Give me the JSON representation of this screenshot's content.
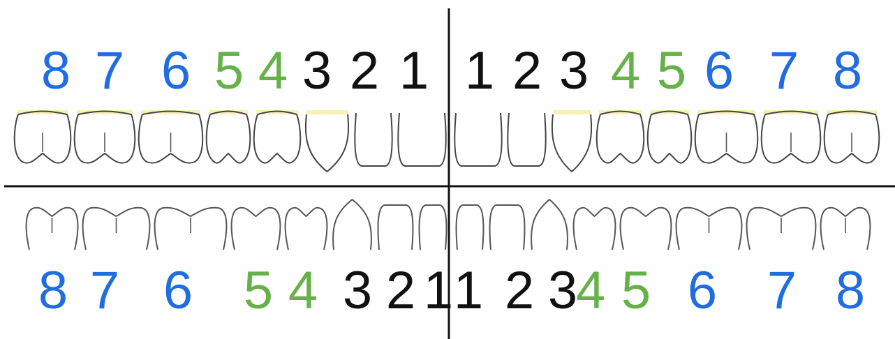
{
  "colors": {
    "molar": "#1f6de0",
    "premolar": "#66b24a",
    "anterior": "#111111",
    "divider": "#111111"
  },
  "upper_numbers": [
    {
      "label": "8",
      "group": "molar"
    },
    {
      "label": "7",
      "group": "molar"
    },
    {
      "label": "6",
      "group": "molar"
    },
    {
      "label": "5",
      "group": "premolar"
    },
    {
      "label": "4",
      "group": "premolar"
    },
    {
      "label": "3",
      "group": "anterior"
    },
    {
      "label": "2",
      "group": "anterior"
    },
    {
      "label": "1",
      "group": "anterior"
    },
    {
      "label": "1",
      "group": "anterior"
    },
    {
      "label": "2",
      "group": "anterior"
    },
    {
      "label": "3",
      "group": "anterior"
    },
    {
      "label": "4",
      "group": "premolar"
    },
    {
      "label": "5",
      "group": "premolar"
    },
    {
      "label": "6",
      "group": "molar"
    },
    {
      "label": "7",
      "group": "molar"
    },
    {
      "label": "8",
      "group": "molar"
    }
  ],
  "lower_numbers": [
    {
      "label": "8",
      "group": "molar"
    },
    {
      "label": "7",
      "group": "molar"
    },
    {
      "label": "6",
      "group": "molar"
    },
    {
      "label": "5",
      "group": "premolar"
    },
    {
      "label": "4",
      "group": "premolar"
    },
    {
      "label": "3",
      "group": "anterior"
    },
    {
      "label": "2",
      "group": "anterior"
    },
    {
      "label": "1",
      "group": "anterior"
    },
    {
      "label": "1",
      "group": "anterior"
    },
    {
      "label": "2",
      "group": "anterior"
    },
    {
      "label": "3",
      "group": "anterior"
    },
    {
      "label": "4",
      "group": "premolar"
    },
    {
      "label": "5",
      "group": "premolar"
    },
    {
      "label": "6",
      "group": "molar"
    },
    {
      "label": "7",
      "group": "molar"
    },
    {
      "label": "8",
      "group": "molar"
    }
  ],
  "upper_teeth": [
    {
      "shape": "molar",
      "side": "right"
    },
    {
      "shape": "molar",
      "side": "right"
    },
    {
      "shape": "molar",
      "side": "right"
    },
    {
      "shape": "premolar",
      "side": "right"
    },
    {
      "shape": "premolar",
      "side": "right"
    },
    {
      "shape": "canine",
      "side": "right"
    },
    {
      "shape": "incisor",
      "side": "right"
    },
    {
      "shape": "incisor",
      "side": "right"
    },
    {
      "shape": "incisor",
      "side": "left"
    },
    {
      "shape": "incisor",
      "side": "left"
    },
    {
      "shape": "canine",
      "side": "left"
    },
    {
      "shape": "premolar",
      "side": "left"
    },
    {
      "shape": "premolar",
      "side": "left"
    },
    {
      "shape": "molar",
      "side": "left"
    },
    {
      "shape": "molar",
      "side": "left"
    },
    {
      "shape": "molar",
      "side": "left"
    }
  ],
  "lower_teeth": [
    {
      "shape": "molar",
      "side": "right"
    },
    {
      "shape": "molar",
      "side": "right"
    },
    {
      "shape": "molar",
      "side": "right"
    },
    {
      "shape": "premolar",
      "side": "right"
    },
    {
      "shape": "premolar",
      "side": "right"
    },
    {
      "shape": "canine",
      "side": "right"
    },
    {
      "shape": "incisor",
      "side": "right"
    },
    {
      "shape": "incisor",
      "side": "right"
    },
    {
      "shape": "incisor",
      "side": "left"
    },
    {
      "shape": "incisor",
      "side": "left"
    },
    {
      "shape": "canine",
      "side": "left"
    },
    {
      "shape": "premolar",
      "side": "left"
    },
    {
      "shape": "premolar",
      "side": "left"
    },
    {
      "shape": "molar",
      "side": "left"
    },
    {
      "shape": "molar",
      "side": "left"
    },
    {
      "shape": "molar",
      "side": "left"
    }
  ]
}
